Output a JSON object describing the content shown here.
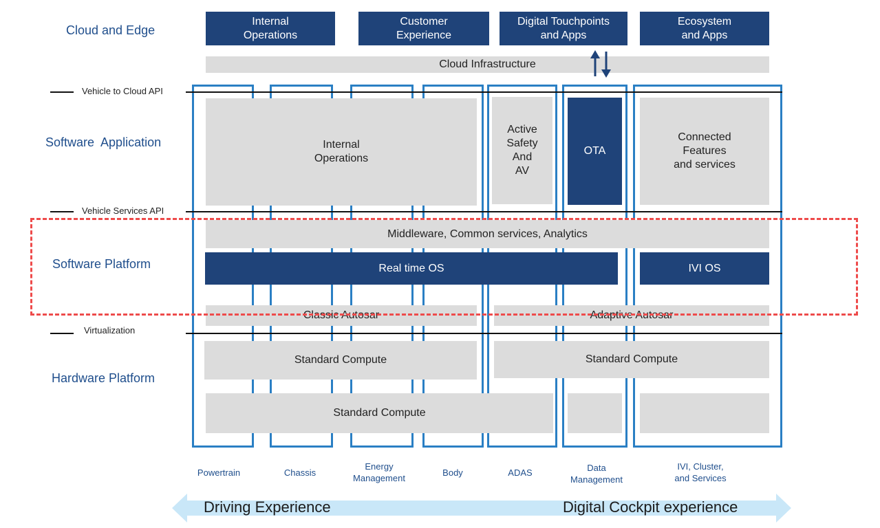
{
  "layers": {
    "cloud_edge": "Cloud and Edge",
    "software_application": "Software  Application",
    "software_platform": "Software Platform",
    "hardware_platform": "Hardware Platform"
  },
  "cloud": {
    "internal_operations": "Internal\nOperations",
    "customer_experience": "Customer\nExperience",
    "digital_touchpoints": "Digital Touchpoints\nand Apps",
    "ecosystem_apps": "Ecosystem\nand Apps",
    "cloud_infrastructure": "Cloud Infrastructure"
  },
  "apis": {
    "vehicle_to_cloud": "Vehicle to Cloud API",
    "vehicle_services": "Vehicle Services API",
    "virtualization": "Virtualization"
  },
  "application": {
    "internal_operations": "Internal\nOperations",
    "active_safety": "Active\nSafety\nAnd\nAV",
    "ota": "OTA",
    "connected_features": "Connected\nFeatures\nand services"
  },
  "platform": {
    "middleware": "Middleware, Common services, Analytics",
    "real_time_os": "Real time OS",
    "ivi_os": "IVI OS",
    "classic_autosar": "Classic Autosar",
    "adaptive_autosar": "Adaptive Autosar"
  },
  "hardware": {
    "standard_compute_left": "Standard Compute",
    "standard_compute_right": "Standard Compute",
    "standard_compute_bottom": "Standard Compute"
  },
  "columns": [
    "Powertrain",
    "Chassis",
    "Energy\nManagement",
    "Body",
    "ADAS",
    "Data\nManagement",
    "IVI, Cluster,\nand Services"
  ],
  "experience": {
    "driving": "Driving Experience",
    "digital_cockpit": "Digital Cockpit experience"
  },
  "colors": {
    "navy": "#1f4379",
    "column_border": "#2a7fc4",
    "grey_box": "#dcdcdc",
    "dashed_highlight": "#ee4b4b",
    "experience_arrow": "#c9e7f8"
  }
}
